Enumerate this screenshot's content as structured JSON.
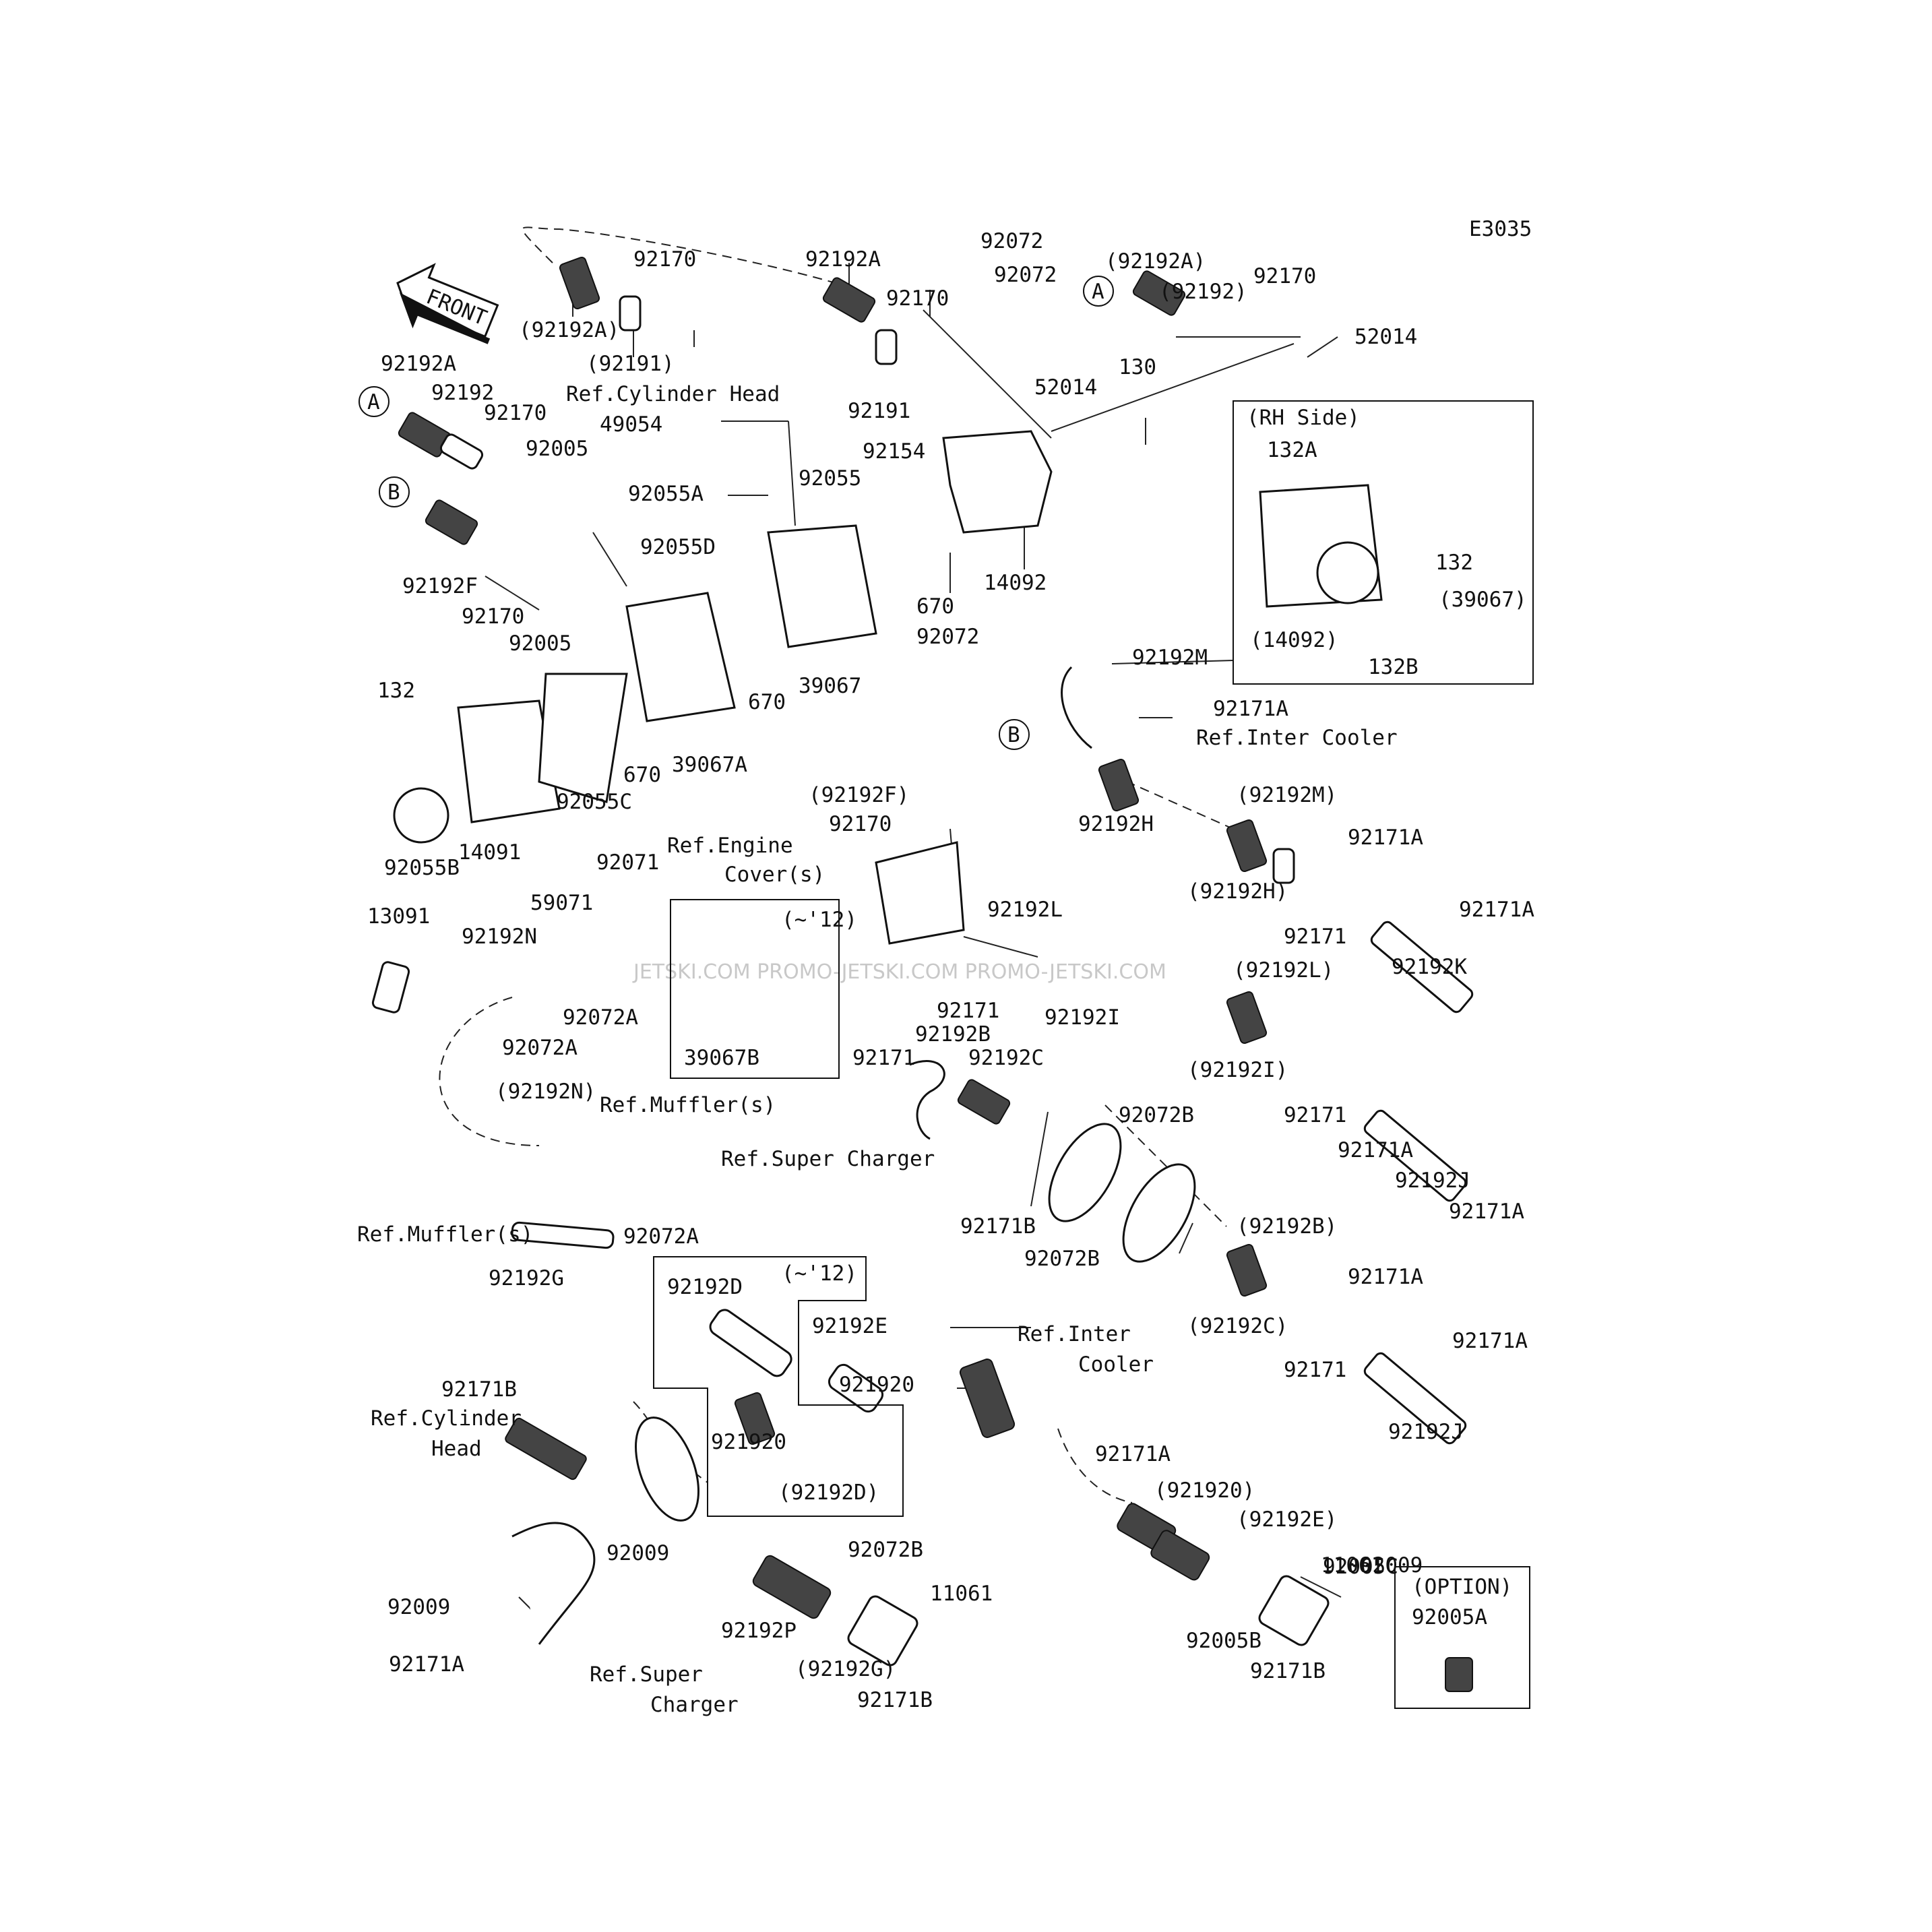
{
  "diagram": {
    "code": "E3035",
    "front_label": "FRONT",
    "watermark": "JETSKI.COM PROMO-JETSKI.COM PROMO-JETSKI.COM",
    "markers": {
      "a": "A",
      "b": "B"
    },
    "rh_side": {
      "title": "(RH Side)",
      "l1": "132A",
      "l2": "132",
      "l3": "(39067)",
      "l4": "(14092)",
      "l5": "132B"
    },
    "option": {
      "title": "(OPTION)",
      "part": "92005A"
    },
    "box12a": {
      "title": "(~'12)",
      "part": "39067B"
    },
    "box12b": {
      "title": "(~'12)",
      "l1": "92192D",
      "l2": "921920",
      "l3": "(92192D)"
    },
    "refs": {
      "cyl_head_top": "Ref.Cylinder Head",
      "engine_cover_1": "Ref.Engine",
      "engine_cover_2": "Cover(s)",
      "inter_cooler_top": "Ref.Inter Cooler",
      "muffler_mid": "Ref.Muffler(s)",
      "super_charger_mid": "Ref.Super Charger",
      "muffler_left": "Ref.Muffler(s)",
      "inter_cooler_mid_1": "Ref.Inter",
      "inter_cooler_mid_2": "Cooler",
      "cyl_head_left_1": "Ref.Cylinder",
      "cyl_head_left_2": "Head",
      "super_charger_bot_1": "Ref.Super",
      "super_charger_bot_2": "Charger"
    },
    "labels": {
      "t01": "92192A",
      "t02": "(92192A)",
      "t03": "92170",
      "t04": "(92191)",
      "t05": "92192A",
      "t06": "92170",
      "t07": "92191",
      "t08": "92072",
      "t09": "92072",
      "t10": "52014",
      "t11": "(92192A)",
      "t12": "(92192)",
      "t13": "92170",
      "t14": "52014",
      "t15": "130",
      "t16": "92192A",
      "t17": "92192",
      "t18": "92170",
      "t19": "92005",
      "t20": "49054",
      "t21": "92055A",
      "t22": "92055",
      "t23": "92154",
      "t24": "92055D",
      "t25": "92192F",
      "t26": "92170",
      "t27": "92005",
      "t28": "14092",
      "t29": "670",
      "t30": "92072",
      "t31": "39067",
      "t32": "670",
      "t33": "670",
      "t34": "39067A",
      "t35": "132",
      "t36": "92055C",
      "t37": "92055B",
      "t38": "14091",
      "t39": "92192M",
      "t40": "92171A",
      "t41": "(92192F)",
      "t42": "92170",
      "t43": "92192H",
      "t44": "(92192M)",
      "t45": "92171A",
      "t46": "(92192H)",
      "t47": "92171",
      "t48": "92171A",
      "t49": "92192K",
      "t50": "92071",
      "t51": "59071",
      "t52": "13091",
      "t53": "92192N",
      "t54": "92072A",
      "t55": "92072A",
      "t56": "92192L",
      "t57": "92171",
      "t58": "92192I",
      "t59": "(92192L)",
      "t60": "92192B",
      "t61": "(92192I)",
      "t62": "92171",
      "t63": "92192C",
      "t64": "92171",
      "t65": "92171A",
      "t66": "92192J",
      "t67": "92171A",
      "t68": "(92192N)",
      "t69": "92072B",
      "t70": "92072A",
      "t71": "92171B",
      "t72": "92072B",
      "t73": "(92192B)",
      "t74": "92171A",
      "t75": "92192G",
      "t76": "92171B",
      "t77": "92192E",
      "t78": "(92192C)",
      "t79": "92171",
      "t80": "92171A",
      "t81": "921920",
      "t82": "92192J",
      "t83": "92171A",
      "t84": "(921920)",
      "t85": "(92192E)",
      "t86": "11061",
      "t87": "92009",
      "t88": "92072B",
      "t89": "11061",
      "t90": "92009",
      "t91": "92192P",
      "t92": "(92192G)",
      "t93": "92171B",
      "t94": "92005B",
      "t95": "92171B",
      "t96": "92005C",
      "t97": "92171A"
    }
  }
}
